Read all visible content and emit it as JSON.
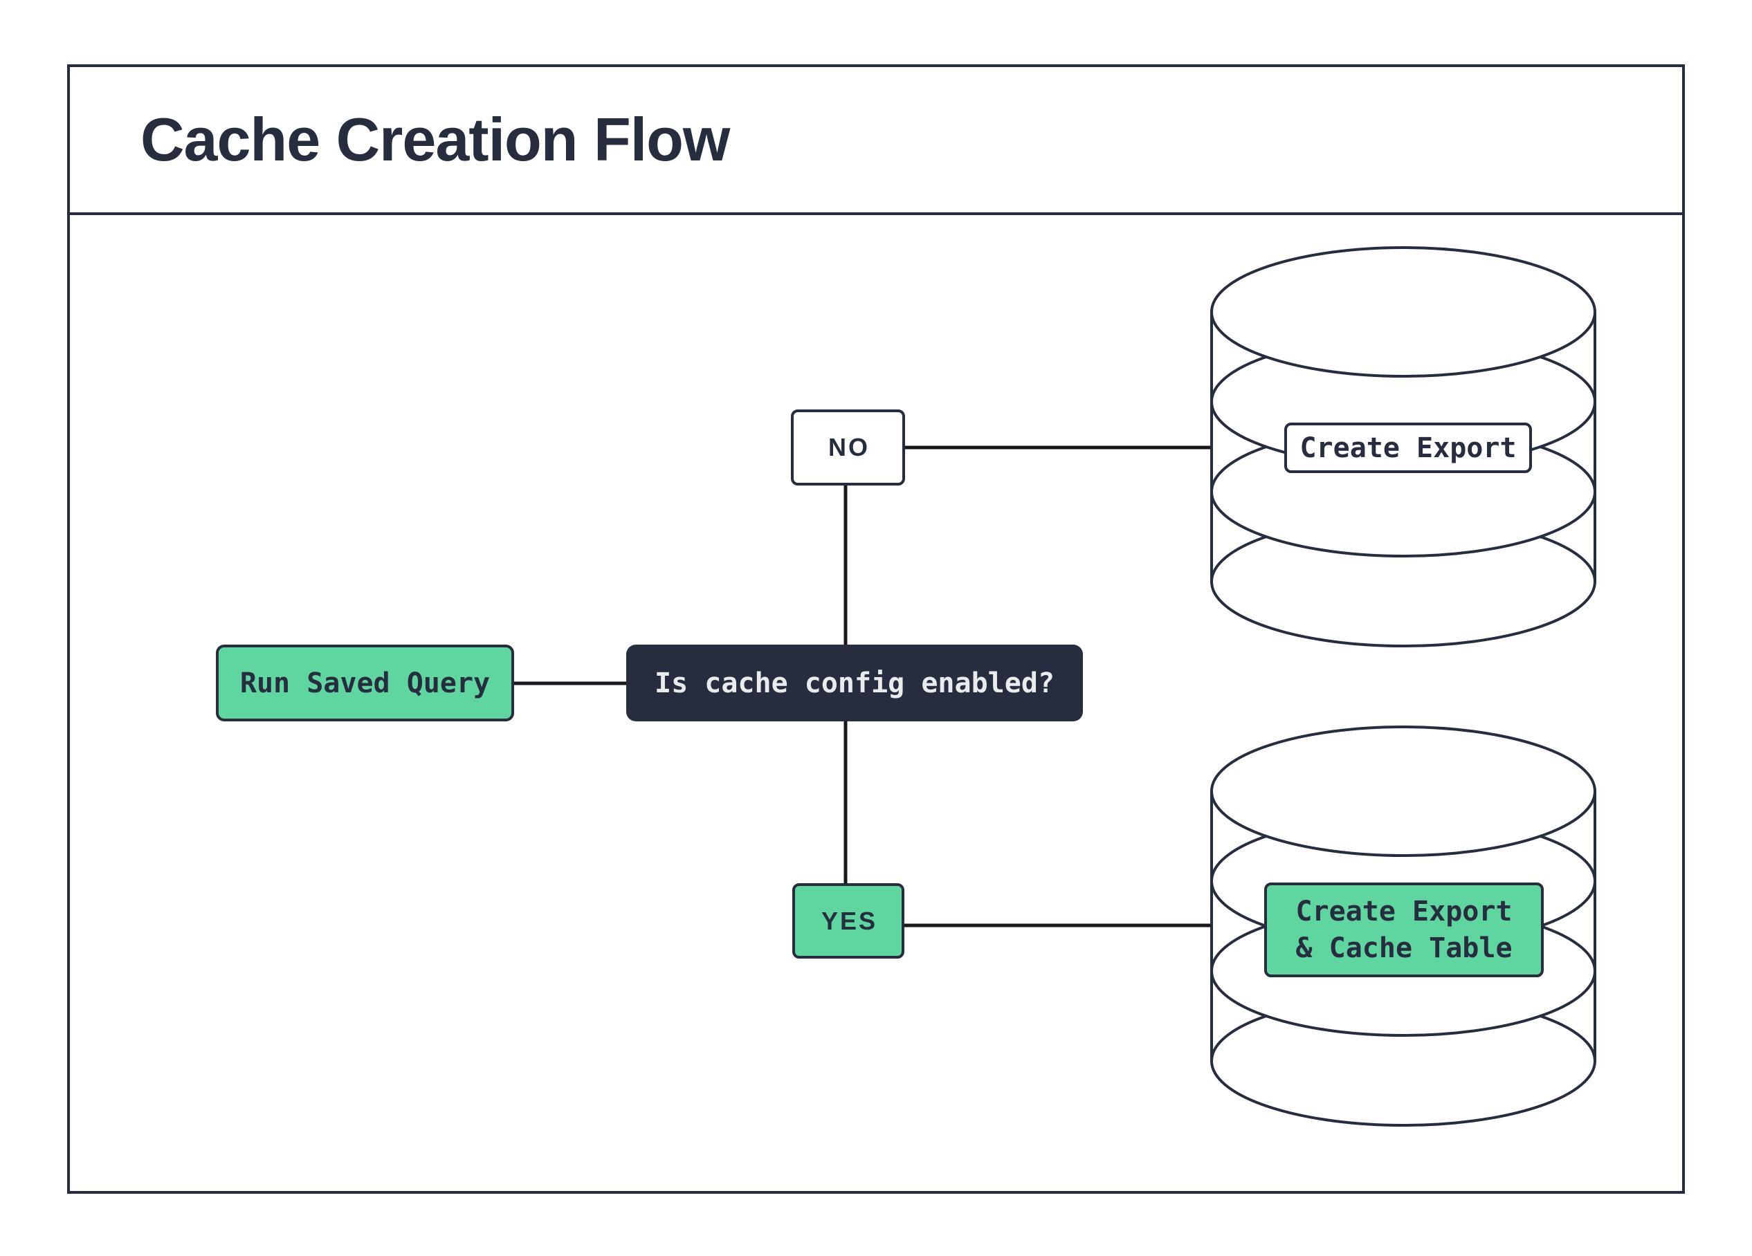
{
  "title": "Cache Creation Flow",
  "nodes": {
    "run_saved_query": {
      "label": "Run Saved Query"
    },
    "decision": {
      "label": "Is cache config enabled?"
    },
    "export_db_label": {
      "label": "Create Export"
    },
    "export_cache_db_label": {
      "label": "Create Export\n& Cache Table"
    }
  },
  "edge_labels": {
    "no": "NO",
    "yes": "YES"
  },
  "icons": {
    "top_database": "database-cylinder-icon",
    "bottom_database": "database-cylinder-icon"
  },
  "colors": {
    "green": "#5FD6A0",
    "navy": "#272D3E",
    "light_text": "#EAEBEC",
    "white": "#FFFFFF"
  }
}
